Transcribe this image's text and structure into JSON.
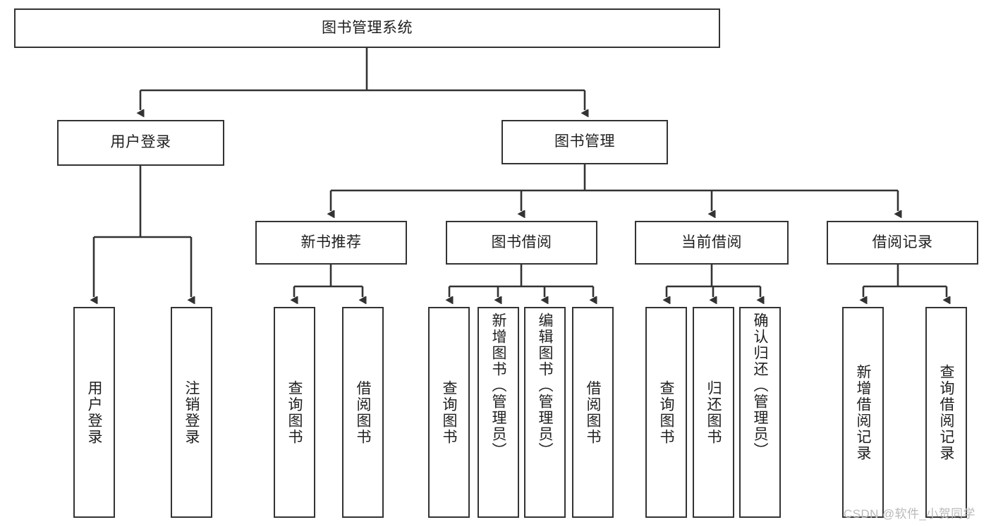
{
  "diagram": {
    "title": "图书管理系统",
    "type": "tree",
    "root": "图书管理系统",
    "watermark": "CSDN @软件_小贺同学",
    "colors": {
      "box_border": "#333333",
      "box_fill": "#ffffff",
      "edge": "#333333",
      "text": "#1f1f1f",
      "watermark": "#b9b9b9",
      "background": "#ffffff"
    },
    "nodes": {
      "root": {
        "label": "图书管理系统",
        "level": 1
      },
      "user_login": {
        "label": "用户登录",
        "level": 2
      },
      "book_manage": {
        "label": "图书管理",
        "level": 2
      },
      "new_book_rec": {
        "label": "新书推荐",
        "level": 3
      },
      "book_borrow": {
        "label": "图书借阅",
        "level": 3
      },
      "current_borrow": {
        "label": "当前借阅",
        "level": 3
      },
      "borrow_record": {
        "label": "借阅记录",
        "level": 3
      },
      "leaf_user_login": {
        "label": "用户登录",
        "level": 4
      },
      "leaf_logout": {
        "label": "注销登录",
        "level": 4
      },
      "leaf_query_book_1": {
        "label": "查询图书",
        "level": 4
      },
      "leaf_borrow_book_1": {
        "label": "借阅图书",
        "level": 4
      },
      "leaf_query_book_2": {
        "label": "查询图书",
        "level": 4
      },
      "leaf_add_book": {
        "label": "新增图书（管理员）",
        "level": 4
      },
      "leaf_edit_book": {
        "label": "编辑图书（管理员）",
        "level": 4
      },
      "leaf_borrow_book_2": {
        "label": "借阅图书",
        "level": 4
      },
      "leaf_query_book_3": {
        "label": "查询图书",
        "level": 4
      },
      "leaf_return_book": {
        "label": "归还图书",
        "level": 4
      },
      "leaf_confirm_return": {
        "label": "确认归还（管理员）",
        "level": 4
      },
      "leaf_add_record": {
        "label": "新增借阅记录",
        "level": 4
      },
      "leaf_query_record": {
        "label": "查询借阅记录",
        "level": 4
      }
    },
    "edges": [
      {
        "from": "root",
        "to": "user_login"
      },
      {
        "from": "root",
        "to": "book_manage"
      },
      {
        "from": "user_login",
        "to": "leaf_user_login"
      },
      {
        "from": "user_login",
        "to": "leaf_logout"
      },
      {
        "from": "book_manage",
        "to": "new_book_rec"
      },
      {
        "from": "book_manage",
        "to": "book_borrow"
      },
      {
        "from": "book_manage",
        "to": "current_borrow"
      },
      {
        "from": "book_manage",
        "to": "borrow_record"
      },
      {
        "from": "new_book_rec",
        "to": "leaf_query_book_1"
      },
      {
        "from": "new_book_rec",
        "to": "leaf_borrow_book_1"
      },
      {
        "from": "book_borrow",
        "to": "leaf_query_book_2"
      },
      {
        "from": "book_borrow",
        "to": "leaf_add_book"
      },
      {
        "from": "book_borrow",
        "to": "leaf_edit_book"
      },
      {
        "from": "book_borrow",
        "to": "leaf_borrow_book_2"
      },
      {
        "from": "current_borrow",
        "to": "leaf_query_book_3"
      },
      {
        "from": "current_borrow",
        "to": "leaf_return_book"
      },
      {
        "from": "current_borrow",
        "to": "leaf_confirm_return"
      },
      {
        "from": "borrow_record",
        "to": "leaf_add_record"
      },
      {
        "from": "borrow_record",
        "to": "leaf_query_record"
      }
    ]
  }
}
